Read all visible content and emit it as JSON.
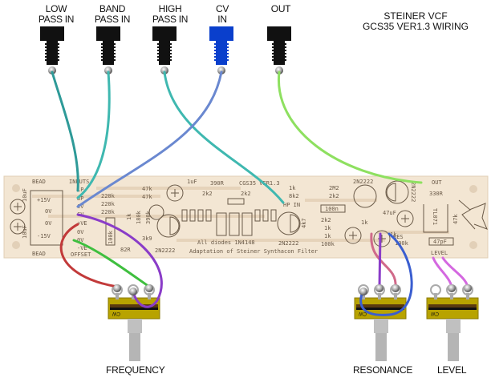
{
  "title": {
    "line1": "STEINER VCF",
    "line2": "GCS35 VER1.3 WIRING"
  },
  "jacks": [
    {
      "line1": "LOW",
      "line2": "PASS IN",
      "color": "#111111"
    },
    {
      "line1": "BAND",
      "line2": "PASS IN",
      "color": "#111111"
    },
    {
      "line1": "HIGH",
      "line2": "PASS IN",
      "color": "#111111"
    },
    {
      "line1": "CV",
      "line2": "IN",
      "color": "#0a3fcc"
    },
    {
      "line1": "OUT",
      "line2": "",
      "color": "#111111"
    }
  ],
  "pots": [
    {
      "label": "FREQUENCY",
      "cw": "CW"
    },
    {
      "label": "RESONANCE",
      "cw": "CW"
    },
    {
      "label": "LEVEL",
      "cw": "CW"
    }
  ],
  "pcb": {
    "color": "#f3e6d3",
    "bead_top": "BEAD",
    "bead_bottom": "BEAD",
    "inputs": "INPUTS",
    "pads_left": [
      "LP",
      "BP",
      "CV",
      "CV",
      "+VE",
      "0V",
      "0V",
      "-VE"
    ],
    "offset": "OFFSET",
    "power": [
      "+15V",
      "0V",
      "0V",
      "-15V"
    ],
    "cap_10uf": "10uF",
    "resistors": [
      "220k",
      "220k",
      "220k",
      "47k",
      "47k",
      "1uF",
      "390R",
      "2k2",
      "2k2",
      "1k",
      "8k2",
      "2M2",
      "2k2",
      "100n",
      "2k2",
      "1k",
      "1k",
      "100k",
      "1k",
      "1k",
      "100k",
      "330R",
      "47k",
      "47pF",
      "82R",
      "3k9",
      "1k",
      "180k",
      "390k",
      "47uF",
      "4k7",
      "100k"
    ],
    "board_id": "CGS35 VER1.3",
    "hp_in": "HP IN",
    "out": "OUT",
    "res": "RES",
    "level": "LEVEL",
    "transistor": "2N2222",
    "ic": "TL071",
    "diodes_note": "All diodes 1N4148",
    "adaptation_note": "Adaptation of Steiner Synthacon Filter"
  },
  "wire_colors": {
    "teal": "#3fb8b0",
    "teal_dark": "#2e9a98",
    "blue": "#6a88d0",
    "green": "#8ee060",
    "red": "#c23a3a",
    "purple": "#8a3cc8",
    "green_dark": "#3fbf3f",
    "pink": "#d06a8a",
    "res_blue": "#3a5ed0",
    "magenta": "#d468e0"
  }
}
